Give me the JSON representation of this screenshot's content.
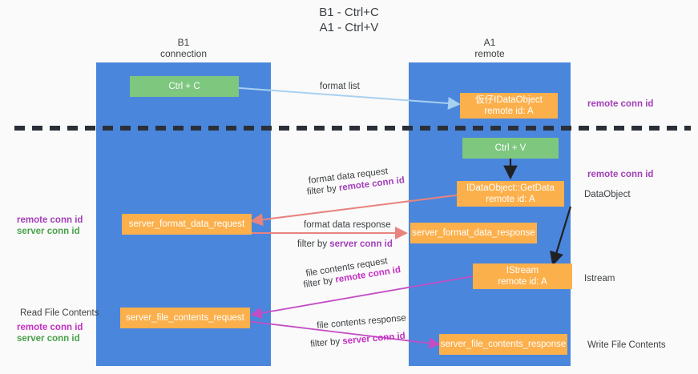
{
  "title": "B1 - Ctrl+C\nA1 - Ctrl+V",
  "columns": {
    "left": {
      "name": "B1",
      "sub": "connection",
      "header": "B1\nconnection"
    },
    "right": {
      "name": "A1",
      "sub": "remote",
      "header": "A1\nremote"
    }
  },
  "boxes": {
    "ctrl_c": "Ctrl + C",
    "ctrl_v": "Ctrl + V",
    "idataobject": "仮仔IDataObject\nremote id: A",
    "getdata": "IDataObject::GetData\nremote id: A",
    "istream": "IStream\nremote id: A",
    "server_format_data_request": "server_format_data_request",
    "server_format_data_response": "server_format_data_response",
    "server_file_contents_request": "server_file_contents_request",
    "server_file_contents_response": "server_file_contents_response"
  },
  "edge_labels": {
    "format_list": "format list",
    "format_data_request": "format data request",
    "format_data_request_filter_prefix": "filter by ",
    "format_data_request_filter_key": "remote conn id",
    "format_data_response": "format data response",
    "format_data_response_filter_prefix": "filter by ",
    "format_data_response_filter_key": "server conn id",
    "file_contents_request": "file contents request",
    "file_contents_request_filter_prefix": "filter by ",
    "file_contents_request_filter_key": "remote conn id",
    "file_contents_response": "file contents response",
    "file_contents_response_filter_prefix": "filter by ",
    "file_contents_response_filter_key": "server conn id"
  },
  "annotations": {
    "right_remote_conn_id_top": "remote conn id",
    "right_remote_conn_id_mid": "remote conn id",
    "right_dataobject": "DataObject",
    "right_istream": "Istream",
    "right_write_file_contents": "Write File Contents",
    "left_remote_conn_id_mid": "remote conn id",
    "left_server_conn_id_mid": "server conn id",
    "left_read_file_contents": "Read File Contents",
    "left_remote_conn_id_bottom": "remote conn id",
    "left_server_conn_id_bottom": "server conn id"
  },
  "colors": {
    "lane": "#4a86dc",
    "green_box": "#7ec77f",
    "orange_box": "#fbb04c",
    "purple": "#a23fb8",
    "magenta": "#c42fc4",
    "green_text": "#4aa14a",
    "arrow_blue": "#a8d0f0",
    "arrow_red": "#e8837e",
    "arrow_magenta": "#c44ec4",
    "arrow_black": "#202124",
    "background": "#fafafa"
  }
}
